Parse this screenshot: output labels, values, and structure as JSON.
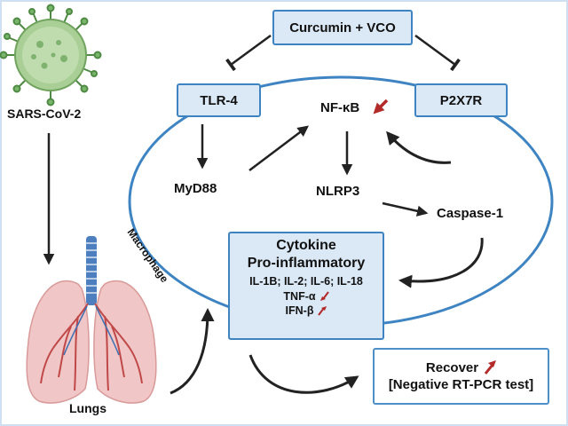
{
  "nodes": {
    "virus": "SARS-CoV-2",
    "lungs": "Lungs",
    "curcumin": "Curcumin + VCO",
    "tlr4": "TLR-4",
    "p2x7r": "P2X7R",
    "nfkb": "NF-κB",
    "myd88": "MyD88",
    "nlrp3": "NLRP3",
    "caspase": "Caspase-1",
    "macrophage": "Macrophage"
  },
  "cytokine": {
    "line1": "Cytokine",
    "line2": "Pro-inflammatory",
    "line3": "IL-1B; IL-2; IL-6; IL-18",
    "line4": "TNF-α",
    "line5": "IFN-β"
  },
  "recover": {
    "line1": "Recover",
    "line2": "[Negative RT-PCR test]"
  },
  "colors": {
    "box_fill": "#dbe9f6",
    "box_border": "#3f84c2",
    "virus_green": "#8ec07c",
    "lung_pink": "#f0c6c6",
    "trachea_blue": "#4d7fbf",
    "red_arrow": "#b22a2a"
  },
  "icons": {
    "down": "red-down-arrow-icon",
    "up": "red-up-arrow-icon"
  }
}
